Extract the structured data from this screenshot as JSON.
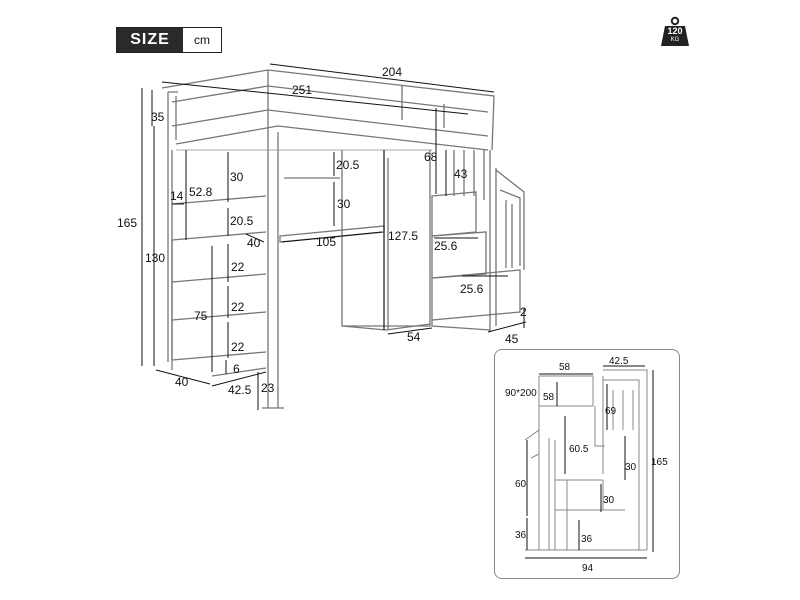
{
  "header": {
    "size_label": "SIZE",
    "unit": "cm"
  },
  "weight_badge": {
    "value": "120",
    "unit": "KG",
    "icon": "weight-icon"
  },
  "main_dimensions": {
    "total_length": "204",
    "rail_length": "251",
    "rail_height": "35",
    "total_height": "165",
    "under_bed_height": "130",
    "ladder_gap": "68",
    "step_rise_top": "43",
    "shelf_depth": "14",
    "shelf_height": "52.8",
    "upper_shelf_gap": "30",
    "lower_shelf_gap": "20.5",
    "desk_depth": "40",
    "rod_gap": "20.5",
    "desk_top_gap": "30",
    "desk_length": "105",
    "wardrobe_height": "127.5",
    "step_depth_upper": "25.6",
    "step_depth_lower": "25.6",
    "drawer_1": "22",
    "drawer_2": "22",
    "drawer_3": "22",
    "drawer_stack": "75",
    "base_gap": "6",
    "base_depth": "40",
    "base_width": "42.5",
    "leg_height": "23",
    "wardrobe_width": "54",
    "stair_depth": "45",
    "stair_post": "2"
  },
  "inset_dimensions": {
    "top_width": "58",
    "side_width": "42.5",
    "mattress": "90*200",
    "end_height": "58",
    "side_height": "69",
    "mid_height": "60.5",
    "step_height_upper": "30",
    "step_height_lower": "30",
    "stair_rail_height": "60",
    "total_height": "165",
    "bottom_left": "36",
    "bottom_step": "36",
    "total_width": "94"
  }
}
